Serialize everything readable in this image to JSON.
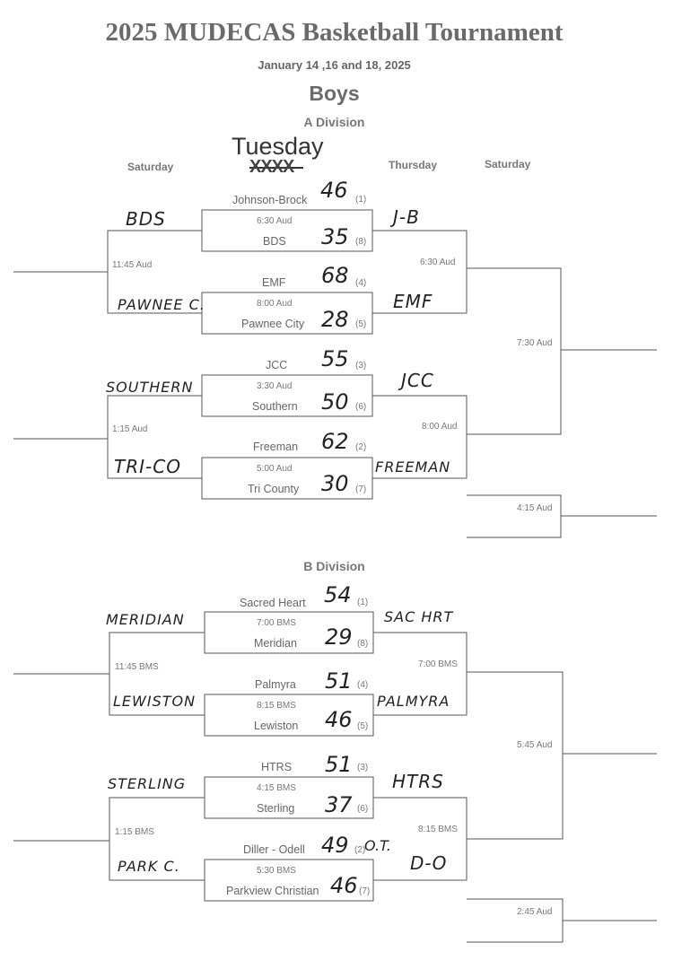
{
  "header": {
    "title": "2025 MUDECAS Basketball Tournament",
    "dates": "January 14 ,16 and 18, 2025",
    "group": "Boys",
    "tuesday_note": "Tuesday",
    "crossed_out": "XXXX"
  },
  "columns": {
    "left_saturday": "Saturday",
    "thursday": "Thursday",
    "right_saturday": "Saturday"
  },
  "divisions": {
    "a": {
      "label": "A Division",
      "games": [
        {
          "top_team": "Johnson-Brock",
          "top_score": "46",
          "top_seed": "(1)",
          "time": "6:30 Aud",
          "bottom_team": "BDS",
          "bottom_score": "35",
          "bottom_seed": "(8)"
        },
        {
          "top_team": "EMF",
          "top_score": "68",
          "top_seed": "(4)",
          "time": "8:00 Aud",
          "bottom_team": "Pawnee City",
          "bottom_score": "28",
          "bottom_seed": "(5)"
        },
        {
          "top_team": "JCC",
          "top_score": "55",
          "top_seed": "(3)",
          "time": "3:30 Aud",
          "bottom_team": "Southern",
          "bottom_score": "50",
          "bottom_seed": "(6)"
        },
        {
          "top_team": "Freeman",
          "top_score": "62",
          "top_seed": "(2)",
          "time": "5:00 Aud",
          "bottom_team": "Tri County",
          "bottom_score": "30",
          "bottom_seed": "(7)"
        }
      ],
      "left_handwritten": [
        "BDS",
        "PAWNEE C.",
        "SOUTHERN",
        "TRI-CO"
      ],
      "right_handwritten": [
        "J-B",
        "EMF",
        "JCC",
        "FREEMAN"
      ],
      "left_times": [
        "11:45 Aud",
        "1:15 Aud"
      ],
      "thursday_times": [
        "6:30 Aud",
        "8:00 Aud"
      ],
      "final_time": "7:30 Aud",
      "third_time": "4:15 Aud"
    },
    "b": {
      "label": "B Division",
      "games": [
        {
          "top_team": "Sacred Heart",
          "top_score": "54",
          "top_seed": "(1)",
          "time": "7:00 BMS",
          "bottom_team": "Meridian",
          "bottom_score": "29",
          "bottom_seed": "(8)"
        },
        {
          "top_team": "Palmyra",
          "top_score": "51",
          "top_seed": "(4)",
          "time": "8:15 BMS",
          "bottom_team": "Lewiston",
          "bottom_score": "46",
          "bottom_seed": "(5)"
        },
        {
          "top_team": "HTRS",
          "top_score": "51",
          "top_seed": "(3)",
          "time": "4:15 BMS",
          "bottom_team": "Sterling",
          "bottom_score": "37",
          "bottom_seed": "(6)"
        },
        {
          "top_team": "Diller - Odell",
          "top_score": "49",
          "top_seed": "(2)",
          "top_note": "O.T.",
          "time": "5:30 BMS",
          "bottom_team": "Parkview Christian",
          "bottom_score": "46",
          "bottom_seed": "(7)"
        }
      ],
      "left_handwritten": [
        "MERIDIAN",
        "LEWISTON",
        "STERLING",
        "PARK C."
      ],
      "right_handwritten": [
        "SAC HRT",
        "PALMYRA",
        "HTRS",
        "D-O"
      ],
      "left_times": [
        "11:45 BMS",
        "1:15 BMS"
      ],
      "thursday_times": [
        "7:00 BMS",
        "8:15 BMS"
      ],
      "final_time": "5:45 Aud",
      "third_time": "2:45 Aud"
    }
  }
}
